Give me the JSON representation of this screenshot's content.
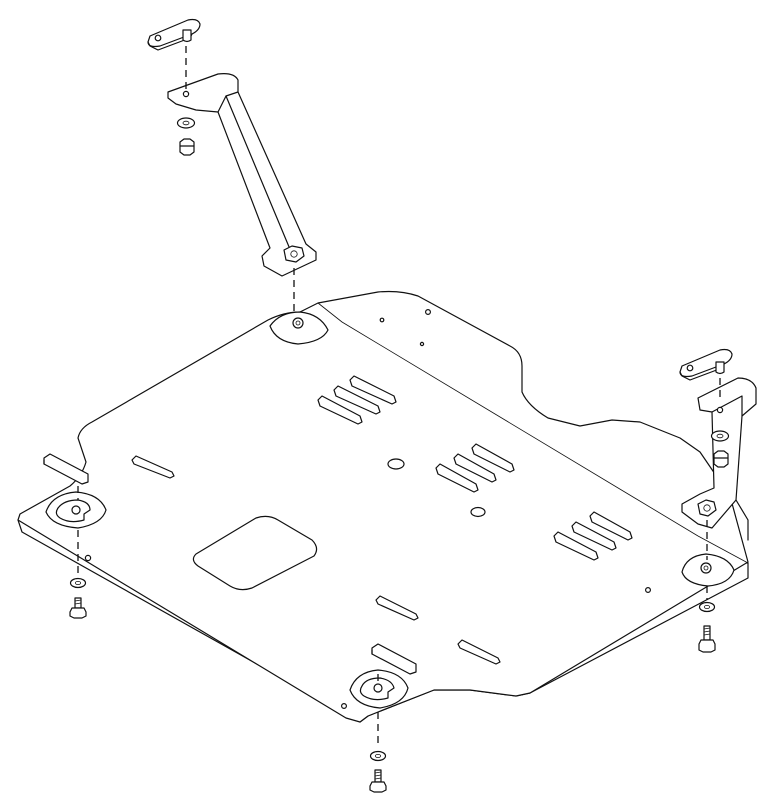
{
  "diagram": {
    "kind": "exploded-assembly",
    "line_color": "#111111",
    "background": "#ffffff",
    "parts": [
      "skid-plate",
      "front-bracket-left",
      "front-bracket-right",
      "tab-plate",
      "bolt",
      "nut",
      "washer"
    ]
  }
}
